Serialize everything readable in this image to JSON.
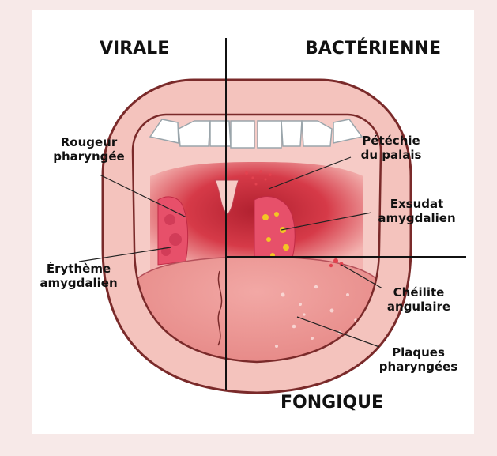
{
  "headers": {
    "viral": "VIRALE",
    "bacterial": "BACTÉRIENNE",
    "fungal": "FONGIQUE"
  },
  "labels": {
    "rougeur_1": "Rougeur",
    "rougeur_2": "pharyngée",
    "erytheme_1": "Érythème",
    "erytheme_2": "amygdalien",
    "petechie_1": "Pétéchie",
    "petechie_2": "du palais",
    "exsudat_1": "Exsudat",
    "exsudat_2": "amygdalien",
    "cheilite_1": "Chéilite",
    "cheilite_2": "angulaire",
    "plaques_1": "Plaques",
    "plaques_2": "pharyngées"
  },
  "colors": {
    "background": "#f7e9e8",
    "panel": "#ffffff",
    "lip": "#f4c3bd",
    "throat": "#d9364a",
    "tongue": "#ef9f9d",
    "tonsil": "#e7506a",
    "exudate": "#f3c624"
  }
}
